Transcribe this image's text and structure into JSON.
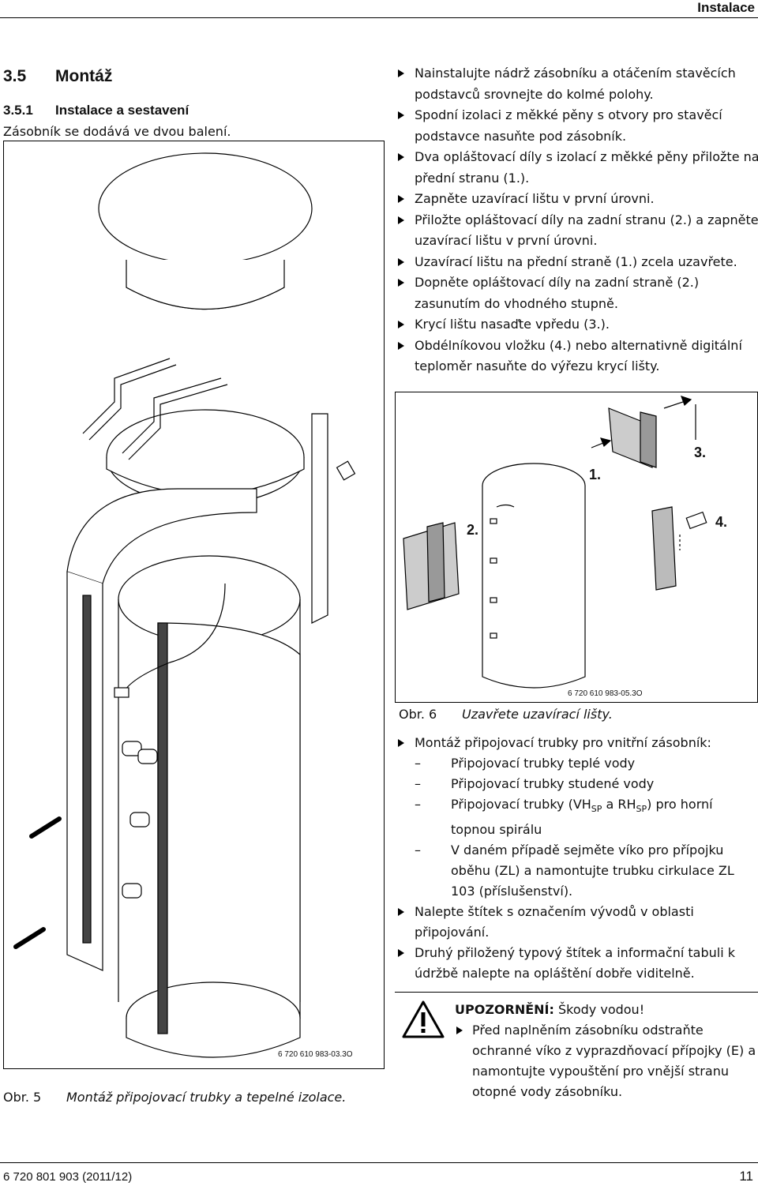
{
  "header": {
    "title": "Instalace"
  },
  "section": {
    "number": "3.5",
    "title": "Montáž"
  },
  "subsection": {
    "number": "3.5.1",
    "title": "Instalace a sestavení"
  },
  "intro": "Zásobník se dodává ve dvou balení.",
  "steps": [
    "Nainstalujte nádrž zásobníku a otáčením stavěcích podstavců srovnejte do kolmé polohy.",
    "Spodní izolaci z měkké pěny s otvory pro stavěcí podstavce nasuňte pod zásobník.",
    "Dva opláštovací díly s izolací z měkké pěny přiložte na přední stranu (1.).",
    "Zapněte uzavírací lištu v první úrovni.",
    "Přiložte opláštovací díly na zadní stranu (2.) a zapněte uzavírací lištu v první úrovni.",
    "Uzavírací lištu na přední straně (1.) zcela uzavřete.",
    "Dopněte opláštovací díly na zadní straně (2.) zasunutím do vhodného stupně.",
    "Krycí lištu nasaďte vpředu (3.).",
    "Obdélníkovou vložku (4.) nebo alternativně digitální teploměr nasuňte do výřezu krycí lišty."
  ],
  "fig5": {
    "label": "Obr. 5",
    "caption": "Montáž připojovací trubky a tepelné izolace.",
    "code": "6 720 610 983-03.3O"
  },
  "fig6": {
    "label": "Obr. 6",
    "caption": "Uzavřete uzavírací lišty.",
    "code": "6 720 610 983-05.3O",
    "callouts": [
      "1.",
      "2.",
      "3.",
      "4."
    ]
  },
  "steps2": {
    "main": "Montáž připojovací trubky pro vnitřní zásobník:",
    "dash": "–",
    "sub1": "Připojovací trubky teplé vody",
    "sub2": "Připojovací trubky studené vody",
    "sub3_a": "Připojovací trubky (VH",
    "sub3_sp1": "SP",
    "sub3_b": " a RH",
    "sub3_sp2": "SP",
    "sub3_c": ") pro horní topnou spirálu",
    "sub4": "V daném případě sejměte víko pro přípojku oběhu (ZL) a namontujte trubku cirkulace ZL 103 (příslušenství).",
    "step2": "Nalepte štítek s označením vývodů v oblasti připojování.",
    "step3": "Druhý přiložený typový štítek a informační tabuli k údržbě nalepte na opláštění dobře viditelně."
  },
  "warning": {
    "title": "UPOZORNĚNÍ:",
    "title_rest": " Škody vodou!",
    "text": "Před naplněním zásobníku odstraňte ochranné víko z vyprazdňovací přípojky (E) a namontujte vypouštění pro vnější stranu otopné vody zásobníku."
  },
  "footer": {
    "doc": "6 720 801 903 (2011/12)",
    "page": "11"
  }
}
